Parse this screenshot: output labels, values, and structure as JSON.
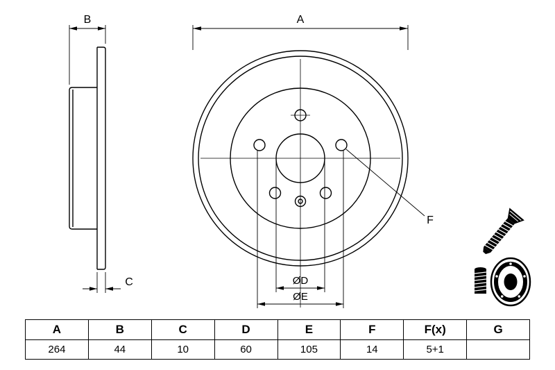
{
  "drawing": {
    "labels": {
      "a": "A",
      "b": "B",
      "c": "C",
      "d": "ØD",
      "e": "ØE",
      "f": "F"
    }
  },
  "icons": {
    "screw_icon": "countersunk-screw",
    "disc_icon": "brake-disc-perspective"
  },
  "colors": {
    "line": "#000000",
    "background": "#ffffff"
  },
  "table": {
    "headers": [
      "A",
      "B",
      "C",
      "D",
      "E",
      "F",
      "F(x)",
      "G"
    ],
    "values": [
      "264",
      "44",
      "10",
      "60",
      "105",
      "14",
      "5+1",
      ""
    ]
  }
}
